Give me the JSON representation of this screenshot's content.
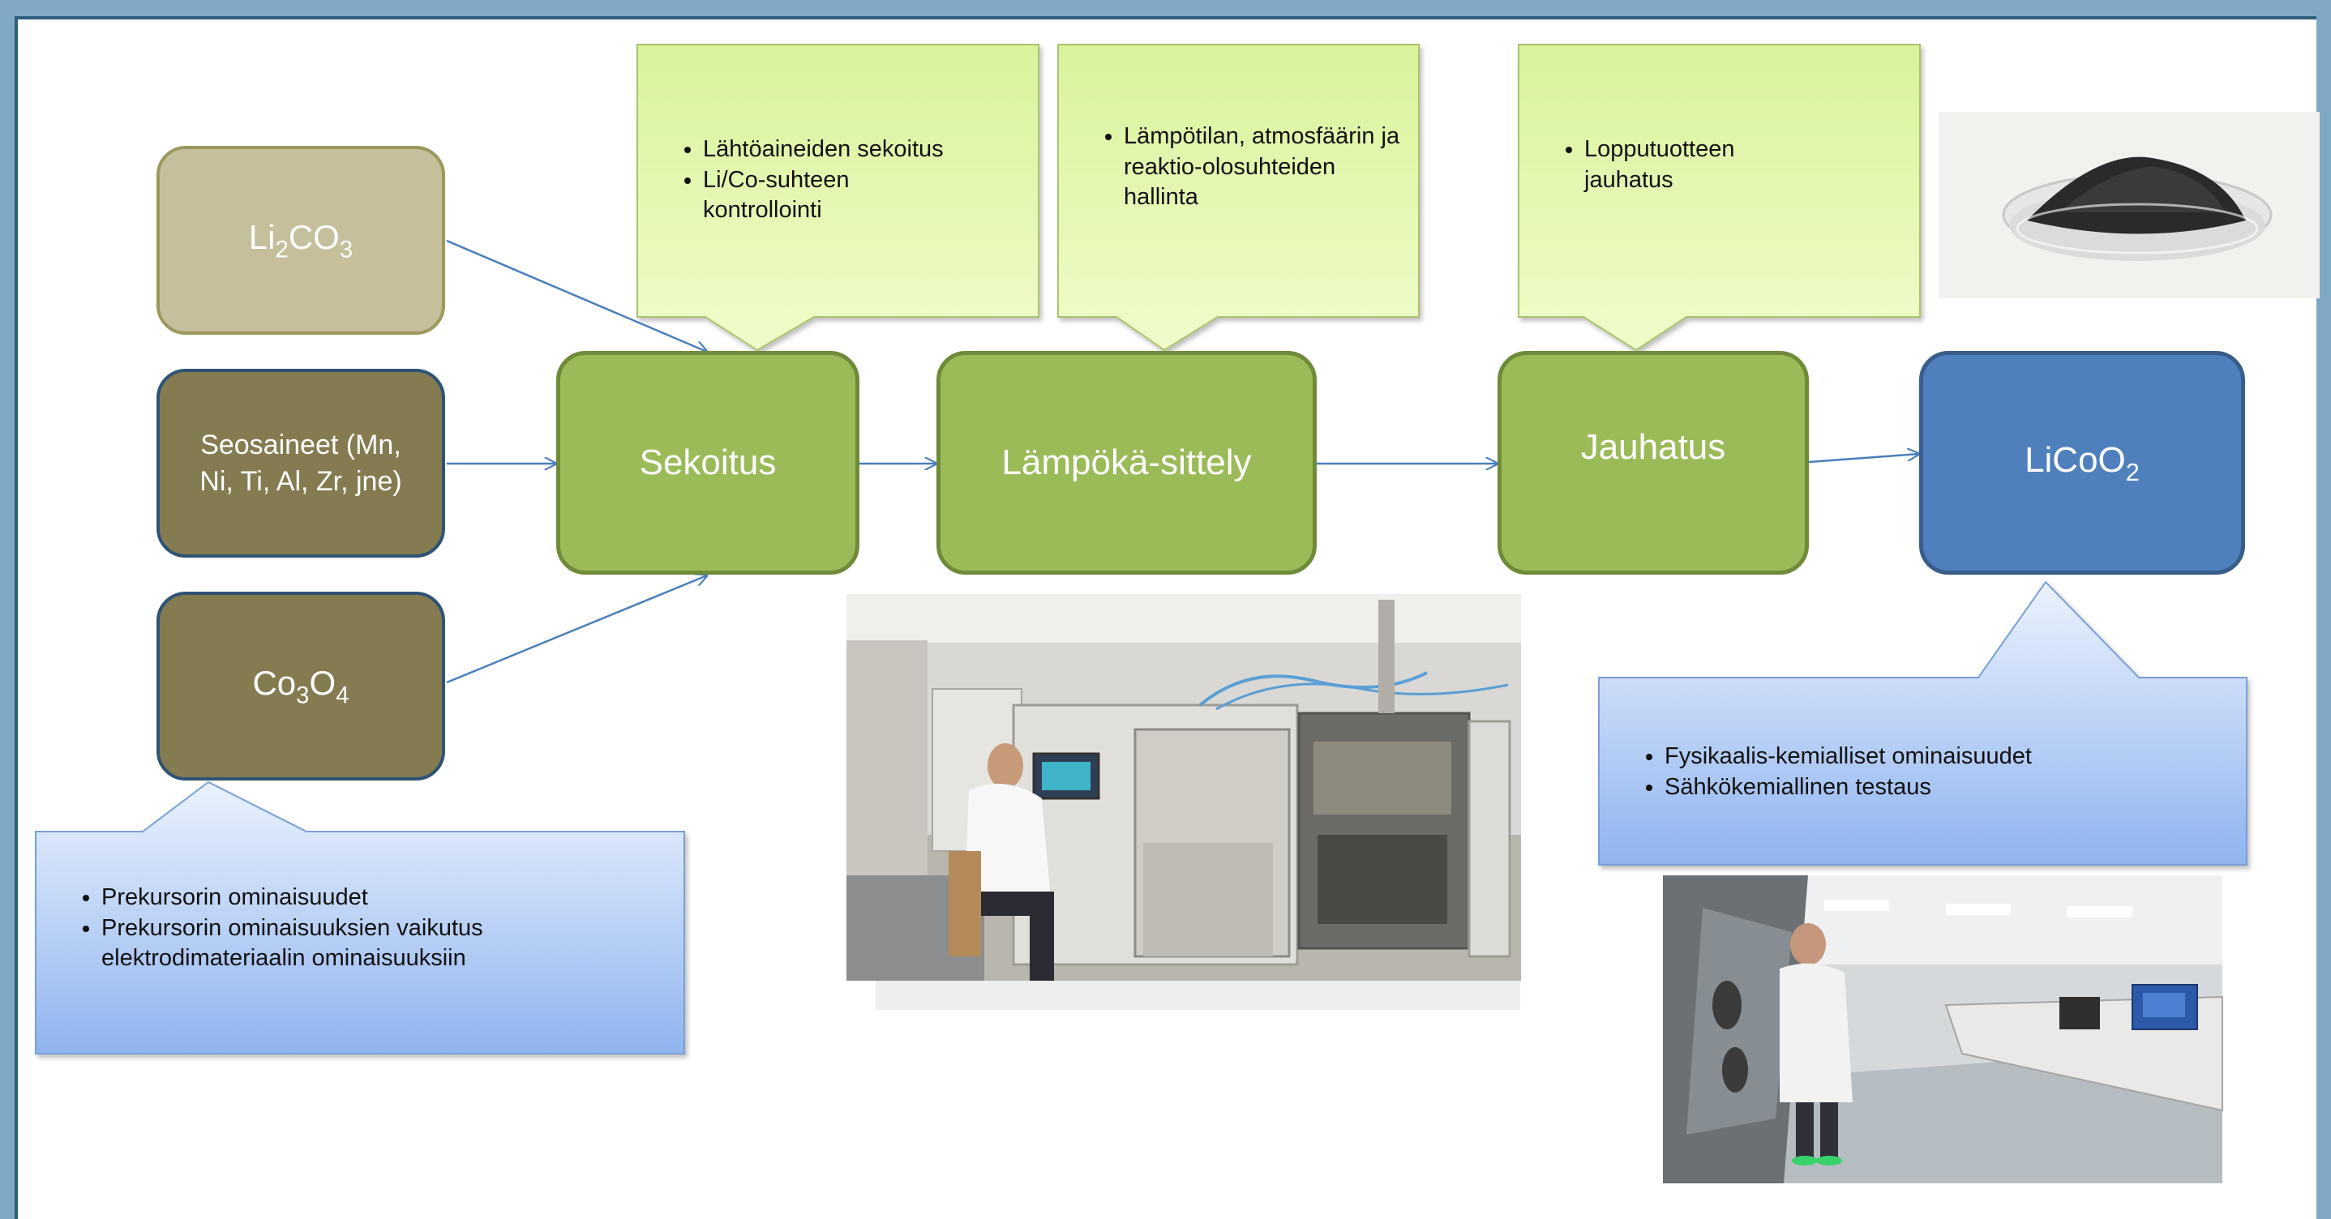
{
  "inputs": [
    {
      "base": "Li",
      "s1": "2",
      "mid": "CO",
      "s2": "3"
    },
    {
      "line1": "Seosaineet (Mn,",
      "line2": "Ni, Ti, Al, Zr, jne)"
    },
    {
      "base": "Co",
      "s1": "3",
      "mid": "O",
      "s2": "4"
    }
  ],
  "process": {
    "mixing": "Sekoitus",
    "heat": "Lämpökä-sittely",
    "grinding": "Jauhatus"
  },
  "product": {
    "base": "LiCoO",
    "sub": "2"
  },
  "callouts": {
    "mixing": [
      "Lähtöaineiden sekoitus",
      "Li/Co-suhteen kontrollointi"
    ],
    "heat": [
      "Lämpötilan, atmosfäärin ja reaktio-olosuhteiden hallinta"
    ],
    "grinding": [
      "Lopputuotteen jauhatus"
    ],
    "precursor": [
      "Prekursorin ominaisuudet",
      "Prekursorin ominaisuuksien vaikutus elektrodimateriaalin ominaisuuksiin"
    ],
    "testing": [
      "Fysikaalis-kemialliset ominaisuudet",
      "Sähkökemiallinen testaus"
    ]
  },
  "colors": {
    "green_callout": "#e4f9b4",
    "blue_callout": "#bcd3f7",
    "process": "#9bbb59",
    "product": "#4f80bd",
    "frame": "#2e5f7d",
    "background": "#7fa9c4",
    "arrow": "#4a7ebb"
  }
}
